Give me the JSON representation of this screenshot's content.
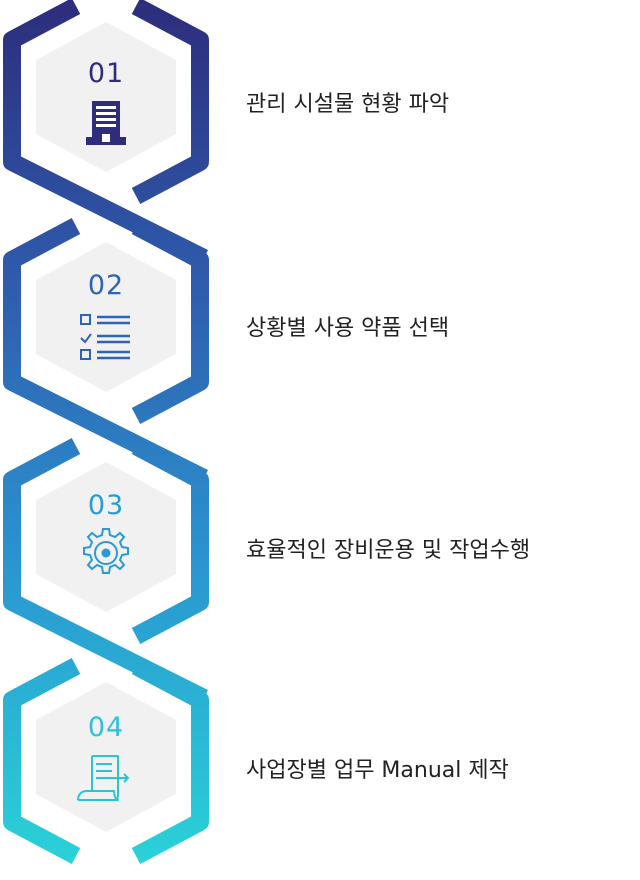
{
  "steps": [
    {
      "number": "01",
      "label": "관리 시설물 현황 파악",
      "icon": "building-icon",
      "color": "#2d2d7c"
    },
    {
      "number": "02",
      "label": "상황별 사용 약품 선택",
      "icon": "checklist-icon",
      "color": "#2f63b5"
    },
    {
      "number": "03",
      "label": "효율적인 장비운용 및 작업수행",
      "icon": "gear-icon",
      "color": "#2a9ad4"
    },
    {
      "number": "04",
      "label": "사업장별 업무 Manual 제작",
      "icon": "document-scroll-icon",
      "color": "#2ac4d6"
    }
  ],
  "colors": {
    "gradient_top": "#2d2d7c",
    "gradient_mid1": "#2f5fb0",
    "gradient_mid2": "#2a95d0",
    "gradient_bottom": "#2ad2d8",
    "hex_fill": "#f1f1f2"
  }
}
